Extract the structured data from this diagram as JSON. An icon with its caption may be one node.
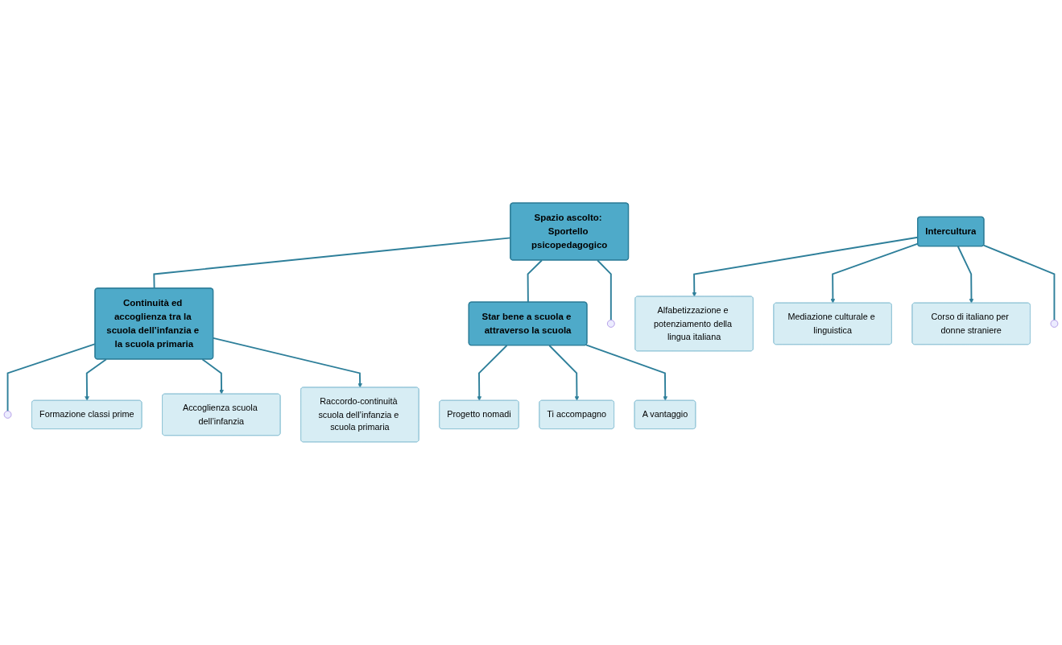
{
  "diagram": {
    "nodes": [
      {
        "text": [
          "Spazio ascolto: Sportello psicopedagogico"
        ]
      },
      {
        "text": [
          "Continuità ed accoglienza tra la scuola dell’infanzia e la scuola primaria"
        ]
      },
      {
        "text": [
          "Star bene a scuola e attraverso la scuola"
        ]
      },
      {
        "text": [
          "Formazione classi prime"
        ]
      },
      {
        "text": [
          "Accoglienza scuola dell’infanzia"
        ]
      },
      {
        "text": [
          "Raccordo-continuità scuola dell’infanzia e scuola primaria"
        ]
      },
      {
        "text": [
          "Progetto nomadi"
        ]
      },
      {
        "text": [
          "Alfabetizzazione e potenziamento della lingua italiana"
        ]
      },
      {
        "text": [
          "Mediazione culturale e linguistica"
        ]
      },
      {
        "text": [
          "Ti accompagno"
        ]
      },
      {
        "text": [
          "Intercultura"
        ]
      },
      {
        "text": [
          "Corso di italiano per donne straniere"
        ]
      },
      {
        "text": [
          "A vantaggio"
        ]
      }
    ],
    "edges": [
      {
        "from": 0,
        "to": 1,
        "arrow": "none"
      },
      {
        "from": 0,
        "to": 2,
        "arrow": "none"
      },
      {
        "from": 0,
        "to": null,
        "arrow": "none"
      },
      {
        "from": 1,
        "to": null,
        "arrow": "none"
      },
      {
        "from": 1,
        "to": 3,
        "arrow": "to"
      },
      {
        "from": 1,
        "to": 4,
        "arrow": "to"
      },
      {
        "from": 1,
        "to": 5,
        "arrow": "to"
      },
      {
        "from": 2,
        "to": 6,
        "arrow": "to"
      },
      {
        "from": 2,
        "to": 9,
        "arrow": "to"
      },
      {
        "from": 2,
        "to": 12,
        "arrow": "to"
      },
      {
        "from": 10,
        "to": 7,
        "arrow": "to"
      },
      {
        "from": 10,
        "to": 8,
        "arrow": "to"
      },
      {
        "from": 10,
        "to": 11,
        "arrow": "to"
      },
      {
        "from": 10,
        "to": null,
        "arrow": "none"
      }
    ]
  }
}
